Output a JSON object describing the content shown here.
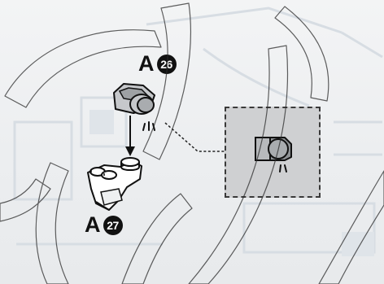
{
  "steps": {
    "a26": {
      "letter": "A",
      "number": "26"
    },
    "a27": {
      "letter": "A",
      "number": "27"
    }
  },
  "colors": {
    "ink": "#111111",
    "part_fill": "#ffffff",
    "part_shade": "#9ea1a4",
    "inset_fill": "#cfd0d2",
    "background_print": "#d7dde3",
    "watermark_line": "#2b2b2b"
  }
}
